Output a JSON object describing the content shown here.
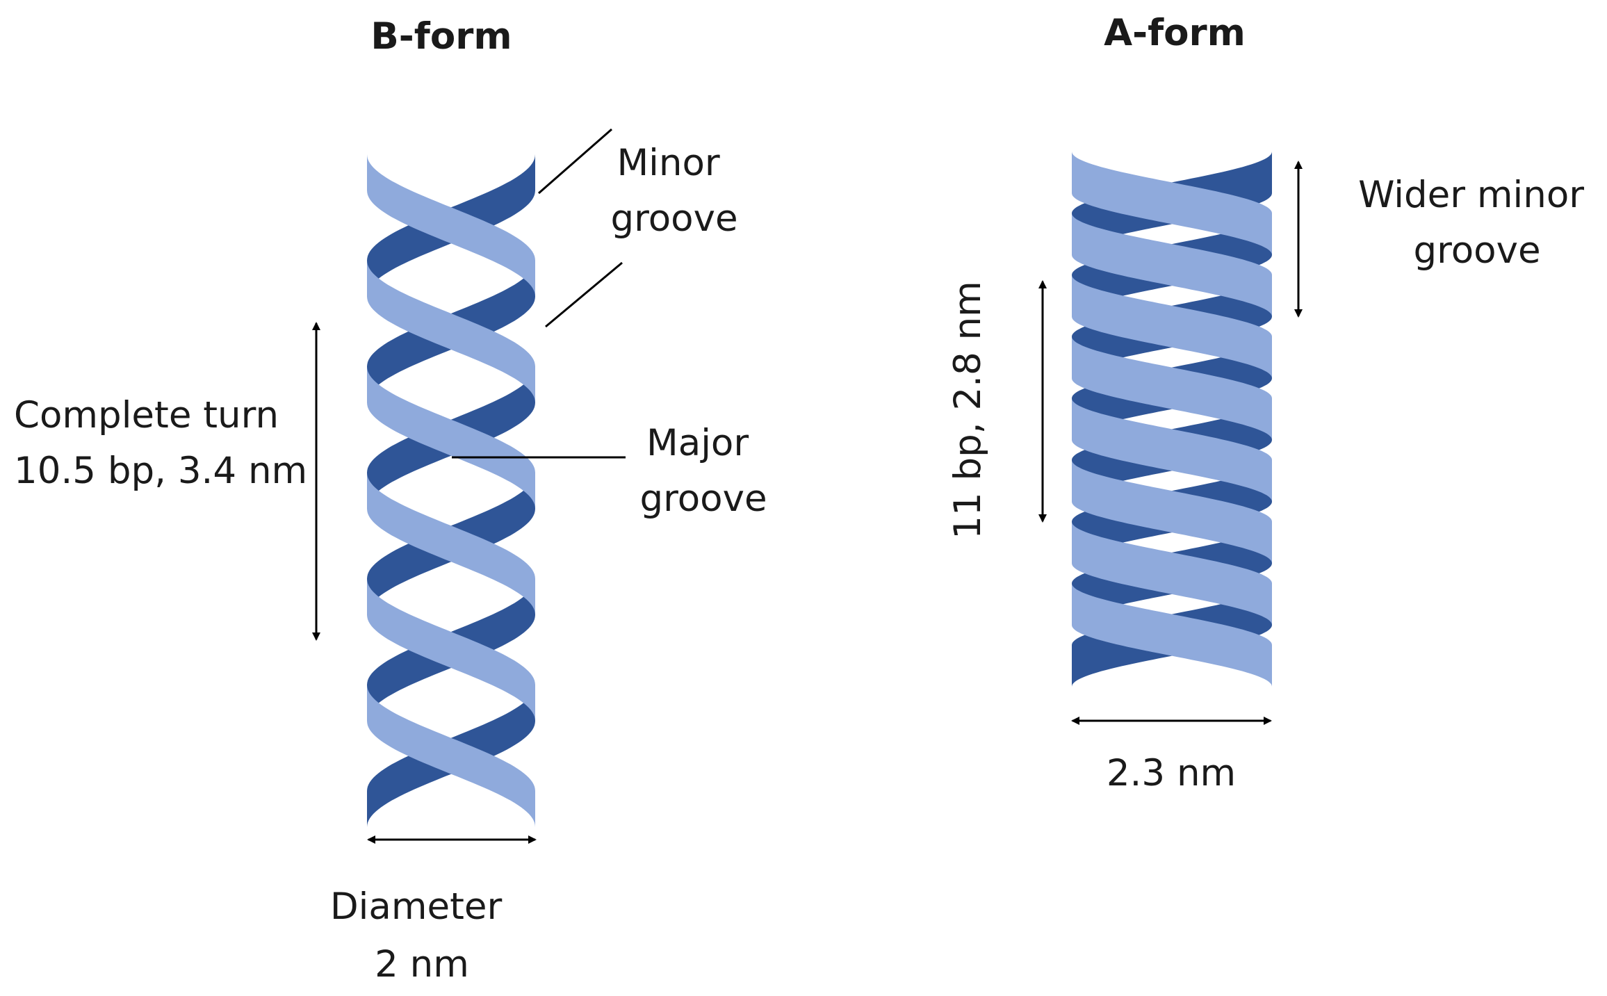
{
  "colors": {
    "dark_strand": "#2f5597",
    "light_strand": "#8faadc",
    "line": "#000000",
    "background": "#ffffff"
  },
  "b_form": {
    "title": "B-form",
    "minor_groove": [
      "Minor",
      "groove"
    ],
    "major_groove": [
      "Major",
      "groove"
    ],
    "turn": [
      "Complete turn",
      "10.5 bp, 3.4 nm"
    ],
    "diameter": [
      "Diameter",
      "2 nm"
    ]
  },
  "a_form": {
    "title": "A-form",
    "minor_groove": [
      "Wider minor",
      "groove"
    ],
    "turn": "11 bp, 2.8 nm",
    "diameter": "2.3 nm"
  }
}
